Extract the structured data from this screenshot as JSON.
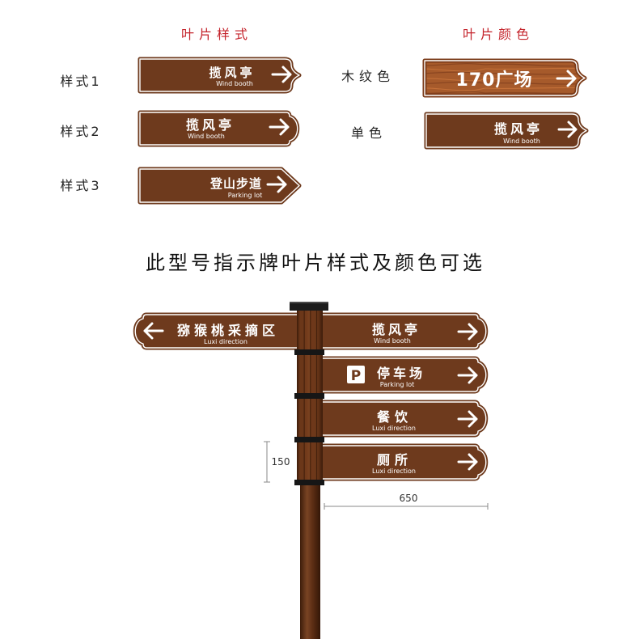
{
  "section_titles": {
    "styles": "叶片样式",
    "colors": "叶片颜色"
  },
  "styles": [
    {
      "label": "样式1",
      "sign_text": "揽风亭",
      "sign_subtext": "Wind booth"
    },
    {
      "label": "样式2",
      "sign_text": "揽风亭",
      "sign_subtext": "Wind booth"
    },
    {
      "label": "样式3",
      "sign_text": "登山步道",
      "sign_subtext": "Parking lot"
    }
  ],
  "colors": [
    {
      "label": "木纹色",
      "sign_text": "170广场"
    },
    {
      "label": "单色",
      "sign_text": "揽风亭",
      "sign_subtext": "Wind booth"
    }
  ],
  "caption": "此型号指示牌叶片样式及颜色可选",
  "signpost": {
    "left_sign": {
      "text": "猕猴桃采摘区",
      "subtext": "Luxi direction",
      "arrow": "arrow-left-icon"
    },
    "right_signs": [
      {
        "text": "揽风亭",
        "subtext": "Wind booth",
        "arrow": "arrow-right-icon"
      },
      {
        "badge": "P",
        "text": "停车场",
        "subtext": "Parking lot",
        "arrow": "arrow-right-icon"
      },
      {
        "text": "餐饮",
        "subtext": "Luxi direction",
        "arrow": "arrow-right-icon"
      },
      {
        "text": "厕所",
        "subtext": "Luxi direction",
        "arrow": "arrow-right-icon"
      }
    ]
  },
  "dimensions": {
    "blade_height": "150",
    "blade_width": "650"
  },
  "palette": {
    "title_red": "#c4232b",
    "sign_brown": "#6e3a1d",
    "wood": "#a65a2b",
    "wood_edge": "#7a3a18",
    "wood_grain_dark": "#8a4520",
    "wood_grain_light": "#c47038",
    "band": "#161616",
    "label": "#222222",
    "dim_line": "#888888"
  }
}
